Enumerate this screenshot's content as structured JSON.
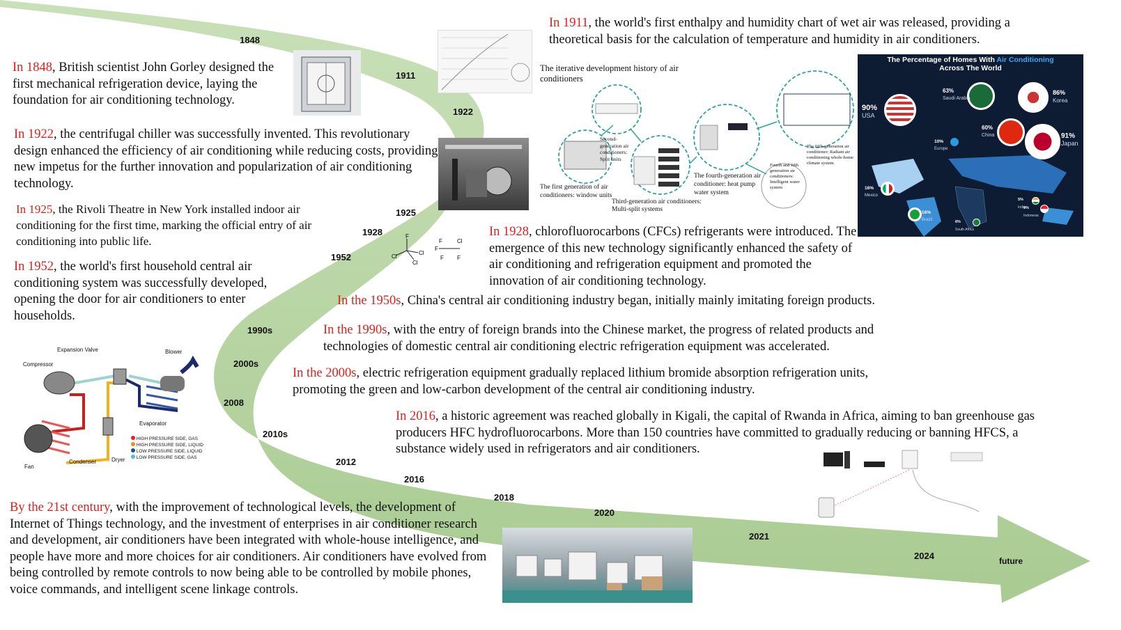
{
  "timeline": {
    "labels": [
      "1848",
      "1911",
      "1922",
      "1925",
      "1928",
      "1952",
      "1990s",
      "2000s",
      "2008",
      "2010s",
      "2012",
      "2016",
      "2018",
      "2020",
      "2021",
      "2024",
      "future"
    ],
    "ribbon_color": "#b7d4a3"
  },
  "events": {
    "e1911": {
      "lead": "In 1911",
      "text": ", the world's first enthalpy and humidity chart of wet air was released, providing a theoretical basis for the calculation of temperature and humidity in air conditioners."
    },
    "e1848": {
      "lead": "In 1848",
      "text": ", British scientist John Gorley designed the first mechanical refrigeration device, laying the foundation for air conditioning technology."
    },
    "e1922": {
      "lead": "In 1922",
      "text": ", the centrifugal chiller was successfully invented. This revolutionary design enhanced the efficiency of air conditioning while reducing costs, providing new impetus for the further innovation and popularization of air conditioning technology."
    },
    "e1925": {
      "lead": "In 1925",
      "text": ", the Rivoli Theatre in New York installed indoor air conditioning for the first time, marking the official entry of air conditioning into public life."
    },
    "e1952": {
      "lead": "In 1952",
      "text": ", the world's first household central air conditioning system was successfully developed, opening the door for air conditioners to enter households."
    },
    "e1928": {
      "lead": "In 1928",
      "text": ", chlorofluorocarbons (CFCs) refrigerants were introduced. The emergence of this new technology significantly enhanced the safety of air conditioning and refrigeration equipment and promoted the innovation of air conditioning technology."
    },
    "e1950s": {
      "lead": "In the 1950s",
      "text": ", China's central air conditioning industry began, initially mainly imitating foreign products."
    },
    "e1990s": {
      "lead": "In the 1990s",
      "text": ", with the entry of foreign brands into the Chinese market, the progress of related products and technologies of domestic central air conditioning electric refrigeration equipment was accelerated."
    },
    "e2000s": {
      "lead": "In the 2000s",
      "text": ", electric refrigeration equipment gradually replaced lithium bromide absorption refrigeration units, promoting the green and low-carbon development of the central air conditioning industry."
    },
    "e2016": {
      "lead": "In 2016",
      "text": ", a historic agreement was reached globally in Kigali, the capital of Rwanda in Africa, aiming to ban greenhouse gas producers HFC hydrofluorocarbons. More than 150 countries have committed to gradually reducing or banning HFCS, a substance widely used in refrigerators and air conditioners."
    },
    "e21": {
      "lead": "By the 21st century",
      "text": ", with the improvement of technological levels, the development of Internet of Things technology, and the investment of enterprises in air conditioner research and development, air conditioners have been integrated with whole-house intelligence, and people have more and more choices for air conditioners. Air conditioners have evolved from being controlled by remote controls to now being able to be controlled by mobile phones, voice commands, and intelligent scene linkage controls."
    }
  },
  "generations": {
    "title": "The iterative development history of air conditioners",
    "g1": "The first generation of air conditioners: window units",
    "g2": "Second-generation air conditioners: Split units",
    "g3": "Third-generation air conditioners: Multi-split systems",
    "g4": "The fourth-generation air conditioner: heat pump water system",
    "g45": "Fourth and fifth generation air conditioners: Intelligent water system",
    "g5": "The fifth-generation air conditioner: Radiant air conditioning whole-home climate system"
  },
  "map": {
    "title_a": "The Percentage of Homes With ",
    "title_accent": "Air Conditioning",
    "title_b": "Across The World",
    "accent_color": "#3fa9f5",
    "countries": [
      {
        "pct": "90%",
        "name": "USA"
      },
      {
        "pct": "63%",
        "name": "Saudi Arabia"
      },
      {
        "pct": "86%",
        "name": "Korea"
      },
      {
        "pct": "60%",
        "name": "China"
      },
      {
        "pct": "91%",
        "name": "Japan"
      },
      {
        "pct": "10%",
        "name": "Europe"
      },
      {
        "pct": "16%",
        "name": "Mexico"
      },
      {
        "pct": "16%",
        "name": "Brazil"
      },
      {
        "pct": "5%",
        "name": "India"
      },
      {
        "pct": "9%",
        "name": "Indonesia"
      },
      {
        "pct": "6%",
        "name": "South Africa"
      }
    ]
  },
  "refrigeration": {
    "labels": [
      "Expansion Valve",
      "Compressor",
      "Blower",
      "Evaporator",
      "Fan",
      "Condenser",
      "Dryer"
    ],
    "legend": [
      {
        "text": "HIGH PRESSURE SIDE, GAS",
        "color": "#e52421"
      },
      {
        "text": "HIGH PRESSURE SIDE, LIQUID",
        "color": "#f08a2c"
      },
      {
        "text": "LOW PRESSURE SIDE, LIQUID",
        "color": "#1d4f91"
      },
      {
        "text": "LOW PRESSURE SIDE, GAS",
        "color": "#56b6e8"
      }
    ]
  }
}
